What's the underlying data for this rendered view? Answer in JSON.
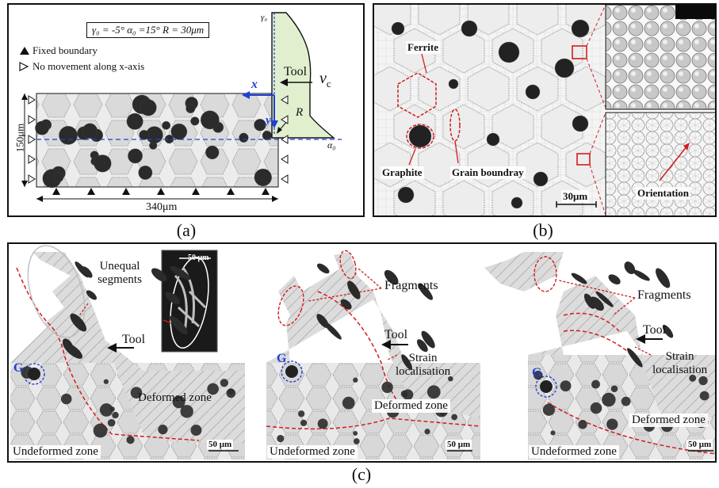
{
  "panel_a": {
    "params": "γ₀ = -5°    α₀ =15°    R = 30μm",
    "legend_fixed": "Fixed boundary",
    "legend_nomove": "No movement along x-axis",
    "height_label": "150μm",
    "width_label": "340μm",
    "axis_x": "x",
    "axis_y": "y",
    "tool_label": "Tool",
    "vc_label": "v",
    "vc_sub": "c",
    "r_label": "R",
    "gamma0": "γ₀",
    "alpha0": "α₀"
  },
  "panel_b": {
    "ferrite": "Ferrite",
    "graphite": "Graphite",
    "grain_boundary": "Grain boundray",
    "scalebar": "30μm",
    "orientation": "Orientation"
  },
  "panel_c": {
    "sub1": {
      "unequal": "Unequal",
      "segments": "segments",
      "inset_scale": "50 μm",
      "tool": "Tool",
      "g": "G",
      "deformed": "Deformed zone",
      "undeformed": "Undeformed zone",
      "scale": "50 μm"
    },
    "sub2": {
      "fragments": "Fragments",
      "tool": "Tool",
      "strain": "Strain",
      "localisation": "localisation",
      "g": "G",
      "deformed": "Deformed zone",
      "undeformed": "Undeformed zone",
      "scale": "50 μm"
    },
    "sub3": {
      "fragments": "Fragments",
      "tool": "Tool",
      "strain": "Strain",
      "localisation": "localisation",
      "g": "G",
      "deformed": "Deformed zone",
      "undeformed": "Undeformed zone",
      "scale": "50 μm"
    }
  },
  "captions": {
    "a": "(a)",
    "b": "(b)",
    "c": "(c)"
  },
  "colors": {
    "accent_blue": "#1f3fd8",
    "accent_red": "#d21d1d",
    "tool_fill": "#e2efcf",
    "graphite": "#2b2b2b",
    "grain": "#e6e6e6"
  }
}
